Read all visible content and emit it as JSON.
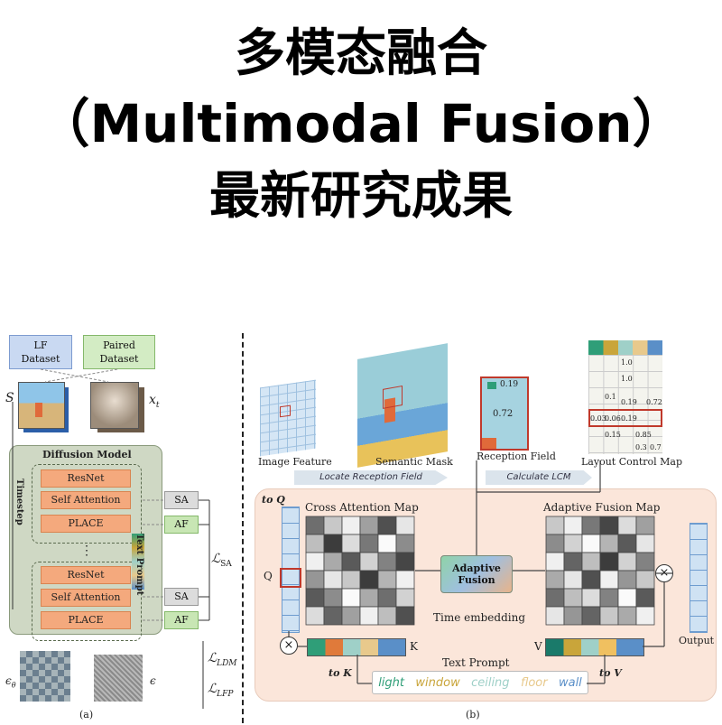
{
  "title": {
    "line1": "多模态融合",
    "line2": "（Multimodal Fusion）",
    "line3": "最新研究成果"
  },
  "panel_a": {
    "lf_dataset": "LF\nDataset",
    "paired_dataset": "Paired\nDataset",
    "s_label": "S",
    "xt_label": "x",
    "xt_sub": "t",
    "diffusion_title": "Diffusion Model",
    "timestep": "Timestep",
    "text_prompt": "Text Prompt",
    "block1": [
      "ResNet",
      "Self Attention",
      "PLACE"
    ],
    "block2": [
      "ResNet",
      "Self Attention",
      "PLACE"
    ],
    "ellipsis": "⋮",
    "sa1": "SA",
    "af1": "AF",
    "sa2": "SA",
    "af2": "AF",
    "loss_sa": "ℒ",
    "loss_sa_sub": "SA",
    "loss_ldm": "ℒ",
    "loss_ldm_sub": "LDM",
    "loss_lfp": "ℒ",
    "loss_lfp_sub": "LFP",
    "eps_theta": "ϵ",
    "eps_theta_sub": "θ",
    "eps": "ϵ",
    "caption": "(a)"
  },
  "panel_b": {
    "image_feature": "Image Feature",
    "semantic_mask": "Semantic Mask",
    "reception_field": "Reception Field",
    "layout_control_map": "Layout Control Map",
    "locate": "Locate Reception Field",
    "calculate": "Calculate LCM",
    "to_q": "to Q",
    "q": "Q",
    "cross_attention_map": "Cross Attention Map",
    "adaptive_fusion_map": "Adaptive Fusion Map",
    "adaptive_fusion": "Adaptive\nFusion",
    "time_embedding": "Time embedding",
    "output": "Output",
    "k": "K",
    "v": "V",
    "text_prompt": "Text Prompt",
    "to_k": "to K",
    "to_v": "to V",
    "rf_top": "0.19",
    "rf_mid": "0.72",
    "lcm_values": [
      "1.0",
      "1.0",
      "0.1",
      "0.19",
      "0.72",
      "0.03",
      "0.06",
      "0.19",
      "0.15",
      "0.85",
      "0.3",
      "0.7"
    ],
    "prompt_words": [
      {
        "text": "light",
        "color": "#2f9e78"
      },
      {
        "text": "window",
        "color": "#c9a53a"
      },
      {
        "text": "ceiling",
        "color": "#9fd0c8"
      },
      {
        "text": "floor",
        "color": "#e8c98c"
      },
      {
        "text": "wall",
        "color": "#5a8fc8"
      }
    ],
    "caption": "(b)"
  }
}
